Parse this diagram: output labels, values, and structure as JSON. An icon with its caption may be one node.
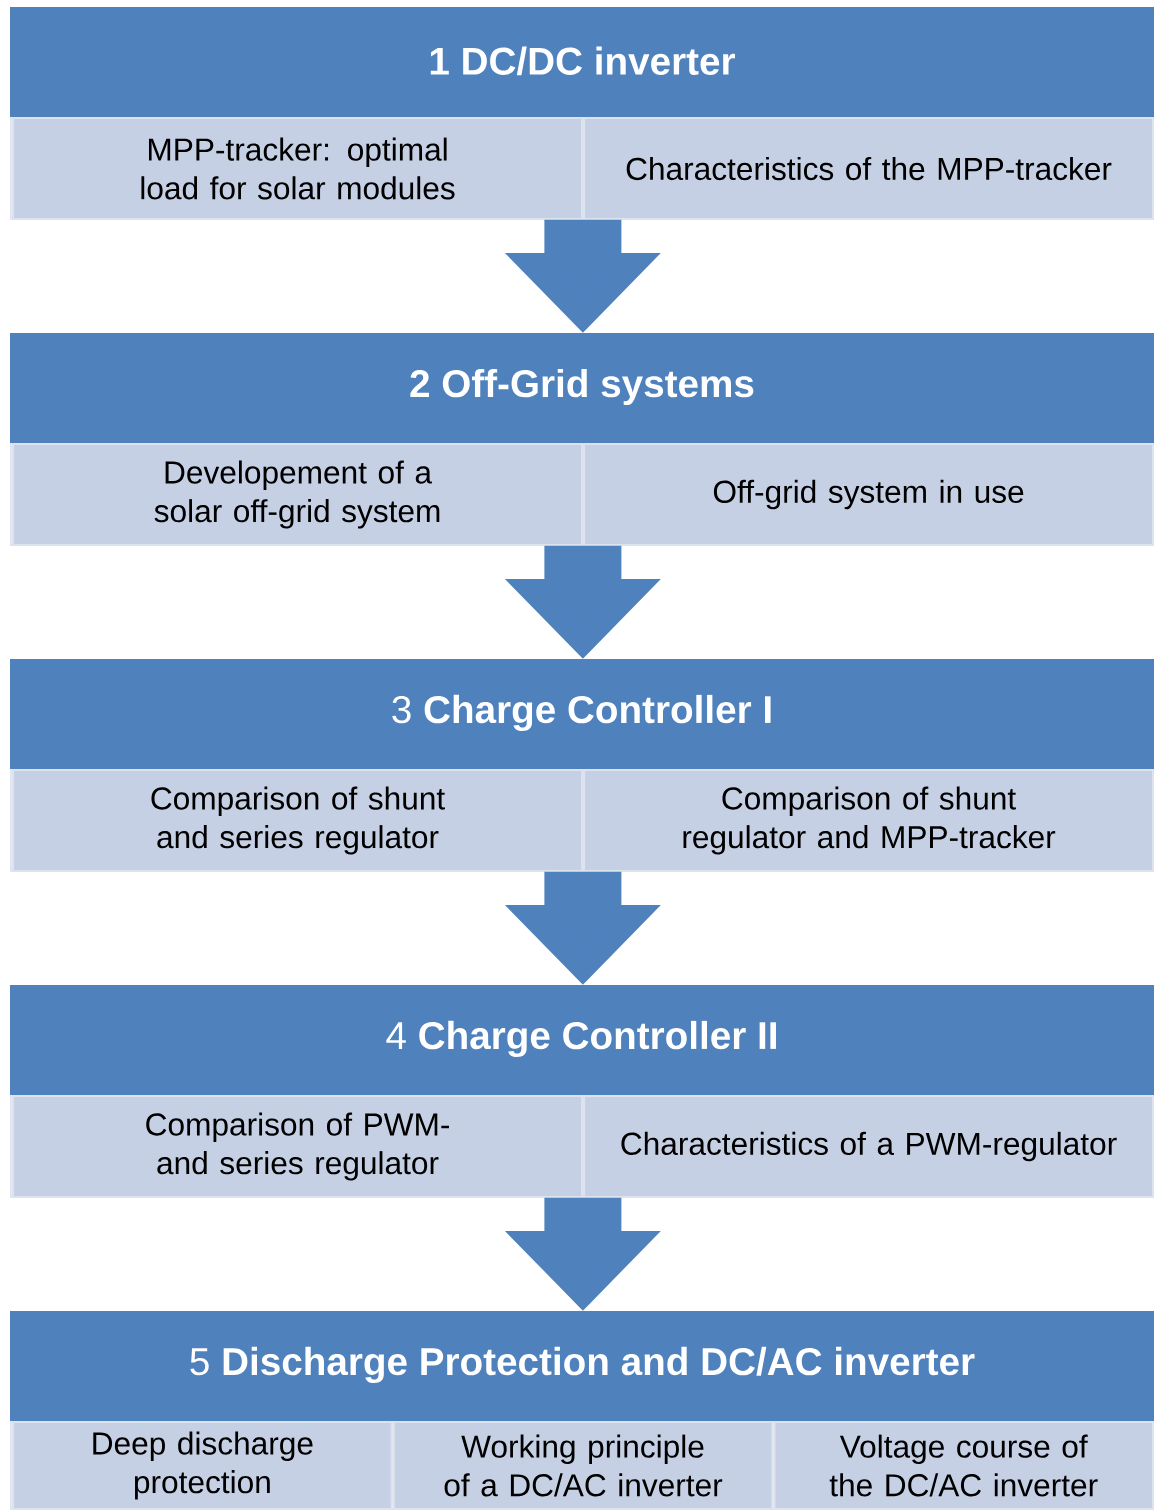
{
  "diagram": {
    "nodes": [
      {
        "text": [
          "1 DC/DC inverter"
        ]
      },
      {
        "text": [
          "MPP-tracker: optimal load for solar modules"
        ],
        "in": 0
      },
      {
        "text": [
          "Characteristics of the MPP-tracker"
        ],
        "in": 0
      },
      {
        "text": [
          "2 Off-Grid systems"
        ]
      },
      {
        "text": [
          "Developement of a solar off-grid system"
        ],
        "in": 3
      },
      {
        "text": [
          "Off-grid system in use"
        ],
        "in": 3
      },
      {
        "text": [
          "3 **Charge Controller I**"
        ]
      },
      {
        "text": [
          "Comparison of shunt and series regulator"
        ],
        "in": 6
      },
      {
        "text": [
          "Comparison of shunt regulator and MPP-tracker"
        ],
        "in": 6
      },
      {
        "text": [
          "4 **Charge Controller II**"
        ]
      },
      {
        "text": [
          "Comparison of PWM- and series regulator"
        ],
        "in": 9
      },
      {
        "text": [
          "Characteristics of a PWM-regulator"
        ],
        "in": 9
      },
      {
        "text": [
          "5 **Discharge Protection and DC/AC inverter**"
        ]
      },
      {
        "text": [
          "Deep discharge protection"
        ],
        "in": 12
      },
      {
        "text": [
          "Working principle of a DC/AC inverter"
        ],
        "in": 12
      },
      {
        "text": [
          "Voltage course of the DC/AC inverter"
        ],
        "in": 12
      }
    ],
    "edges": [
      {
        "from": 0,
        "to": 3,
        "arrow": "to"
      },
      {
        "from": 3,
        "to": 6,
        "arrow": "to"
      },
      {
        "from": 6,
        "to": 9,
        "arrow": "to"
      },
      {
        "from": 9,
        "to": 12,
        "arrow": "to"
      }
    ]
  }
}
